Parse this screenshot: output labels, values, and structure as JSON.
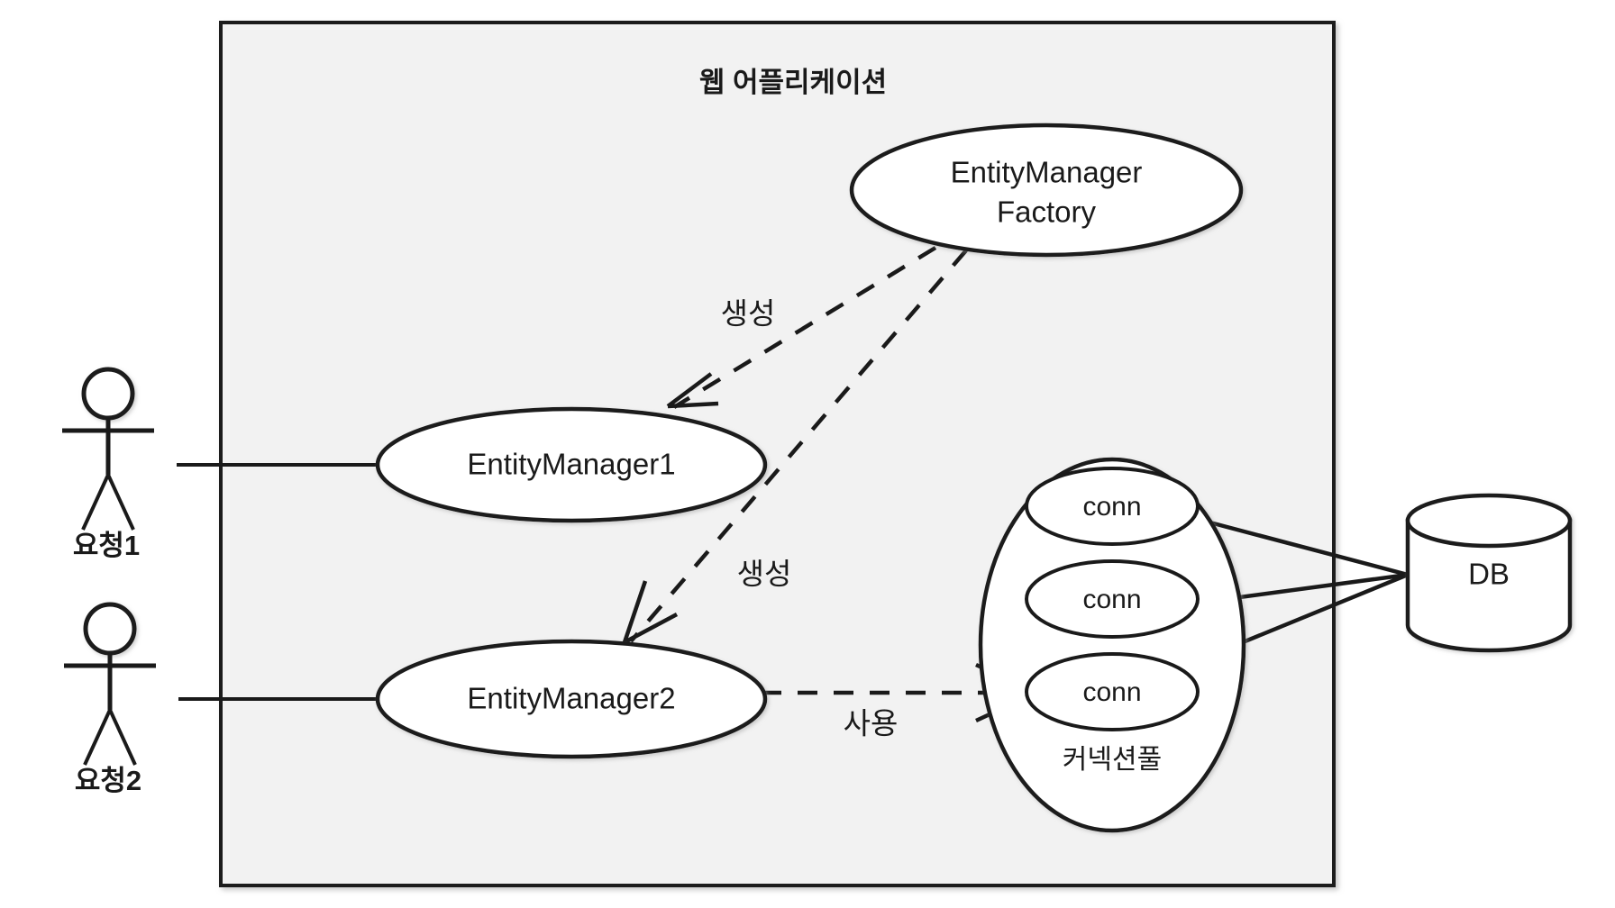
{
  "diagram": {
    "title": "웹 어플리케이션",
    "background_color": "#ffffff",
    "container_fill": "#f2f2f2",
    "stroke_color": "#1a1a1a",
    "actors": [
      {
        "id": "actor1",
        "label": "요청1"
      },
      {
        "id": "actor2",
        "label": "요청2"
      }
    ],
    "nodes": {
      "factory": {
        "line1": "EntityManager",
        "line2": "Factory"
      },
      "em1": {
        "label": "EntityManager1"
      },
      "em2": {
        "label": "EntityManager2"
      },
      "pool": {
        "label": "커넥션풀"
      },
      "conn1": {
        "label": "conn"
      },
      "conn2": {
        "label": "conn"
      },
      "conn3": {
        "label": "conn"
      },
      "db": {
        "label": "DB"
      }
    },
    "edges": [
      {
        "id": "factory-to-em1",
        "label": "생성",
        "style": "dashed"
      },
      {
        "id": "factory-to-em2",
        "label": "생성",
        "style": "dashed"
      },
      {
        "id": "em2-to-conn3",
        "label": "사용",
        "style": "dashed"
      },
      {
        "id": "actor1-to-em1",
        "label": "",
        "style": "solid"
      },
      {
        "id": "actor2-to-em2",
        "label": "",
        "style": "solid"
      },
      {
        "id": "conn1-to-db",
        "label": "",
        "style": "solid"
      },
      {
        "id": "conn2-to-db",
        "label": "",
        "style": "solid"
      },
      {
        "id": "conn3-to-db",
        "label": "",
        "style": "solid"
      }
    ]
  }
}
